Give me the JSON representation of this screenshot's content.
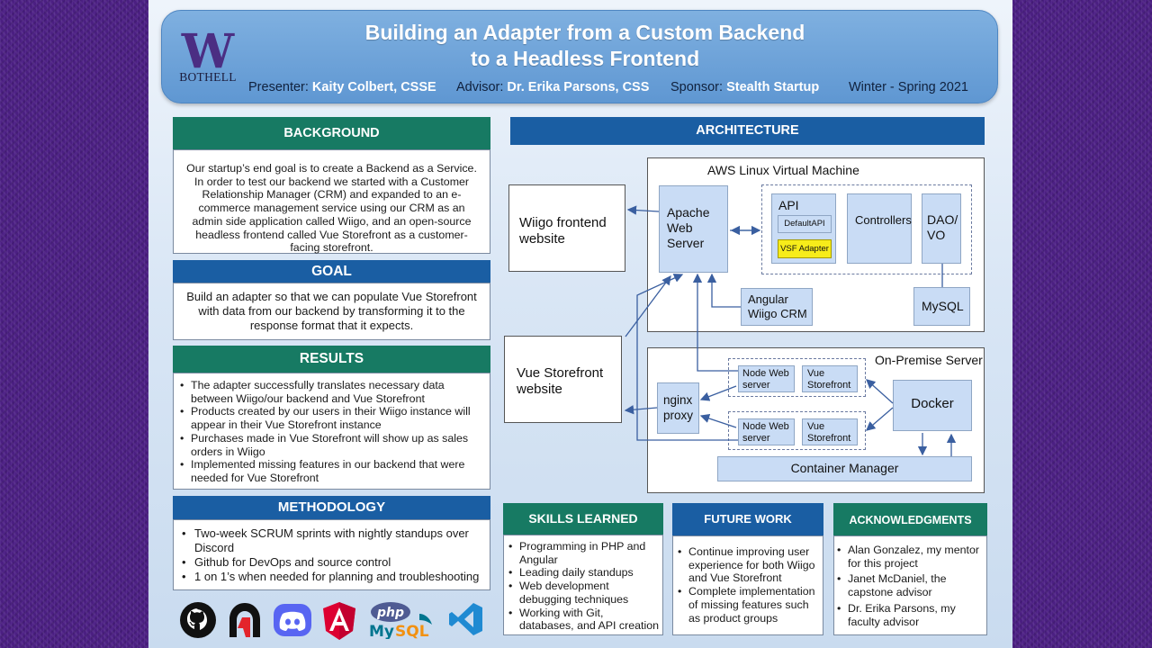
{
  "header": {
    "logo_letter": "W",
    "logo_text": "BOTHELL",
    "title_line1": "Building an Adapter from a Custom Backend",
    "title_line2": "to a Headless Frontend",
    "presenter_label": "Presenter: ",
    "presenter": "Kaity Colbert, CSSE",
    "advisor_label": "Advisor: ",
    "advisor": "Dr. Erika Parsons, CSS",
    "sponsor_label": "Sponsor: ",
    "sponsor": "Stealth Startup",
    "term": "Winter - Spring 2021"
  },
  "background": {
    "heading": "BACKGROUND",
    "text": "Our startup’s end goal is to create a Backend as a Service. In order to test our backend we started with a Customer Relationship Manager (CRM) and expanded to an e-commerce management service using our CRM as an admin side application called Wiigo, and an open-source headless frontend called Vue Storefront as a customer-facing storefront."
  },
  "goal": {
    "heading": "GOAL",
    "text": "Build an adapter so that we can populate Vue Storefront with data from our backend by transforming it to the response format that it expects."
  },
  "results": {
    "heading": "RESULTS",
    "items": [
      "The adapter successfully translates necessary data between Wiigo/our backend and Vue Storefront",
      "Products created by our users in their Wiigo instance will appear in their Vue Storefront instance",
      "Purchases made in Vue Storefront will show up as sales orders in Wiigo",
      "Implemented missing features in our backend that were needed for Vue Storefront"
    ]
  },
  "methodology": {
    "heading": "METHODOLOGY",
    "items": [
      "Two-week SCRUM sprints with nightly standups over Discord",
      "Github for DevOps and source control",
      "1 on 1’s when needed for planning and troubleshooting"
    ]
  },
  "tool_icons": [
    "github-icon",
    "fabric-icon",
    "discord-icon",
    "angular-icon",
    "php-mysql-icon",
    "vscode-icon"
  ],
  "tool_logo_text": {
    "php": "php",
    "my": "My",
    "sql": "SQL"
  },
  "architecture": {
    "heading": "ARCHITECTURE",
    "aws_label": "AWS Linux Virtual Machine",
    "wiigo_frontend": "Wiigo frontend website",
    "apache": "Apache Web Server",
    "api": "API",
    "default_api": "DefaultAPI",
    "vsf_adapter": "VSF Adapter",
    "controllers": "Controllers",
    "dao": "DAO/ VO",
    "angular_crm": "Angular Wiigo CRM",
    "mysql": "MySQL",
    "vue_storefront_website": "Vue Storefront website",
    "onprem_label": "On-Premise Server",
    "nginx": "nginx proxy",
    "node_server_1": "Node Web server",
    "vue_storefront_1": "Vue Storefront",
    "node_server_2": "Node Web server",
    "vue_storefront_2": "Vue Storefront",
    "docker": "Docker",
    "container_manager": "Container Manager"
  },
  "skills": {
    "heading": "SKILLS LEARNED",
    "items": [
      "Programming in PHP and Angular",
      "Leading daily standups",
      "Web development debugging techniques",
      "Working with Git, databases, and API creation"
    ]
  },
  "future": {
    "heading": "FUTURE WORK",
    "items": [
      "Continue improving user experience for both Wiigo and Vue Storefront",
      "Complete implementation of missing features such as product groups"
    ]
  },
  "acknowledgments": {
    "heading": "ACKNOWLEDGMENTS",
    "items": [
      "Alan Gonzalez, my mentor for this project",
      "Janet McDaniel, the capstone advisor",
      "Dr. Erika Parsons, my faculty advisor"
    ]
  },
  "colors": {
    "uw_purple": "#4b2e83",
    "section_green": "#177a63",
    "section_blue": "#1a5ea3",
    "header_blue": "#6ea3d8",
    "vsf_adapter_yellow": "#f7ec1a"
  }
}
